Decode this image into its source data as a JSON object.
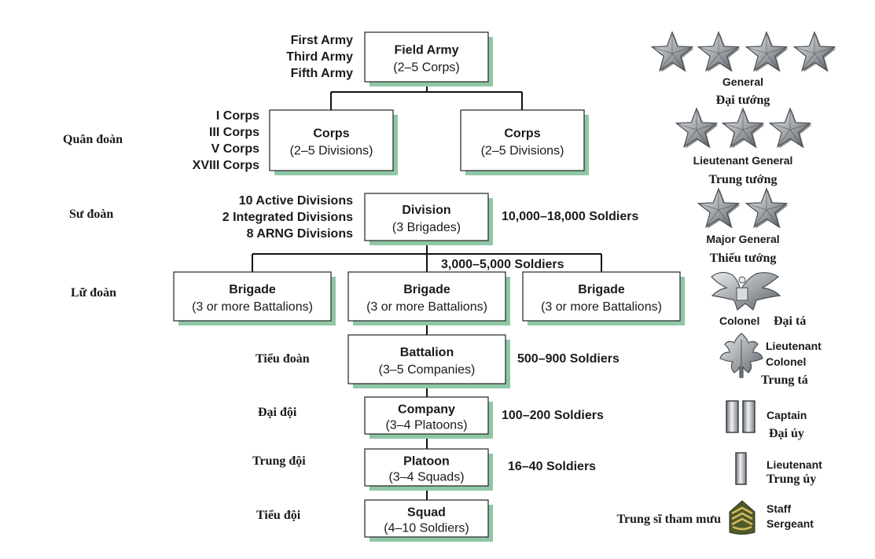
{
  "units": [
    {
      "key": "field_army",
      "name": "Field Army",
      "sub": "(2–5 Corps)"
    },
    {
      "key": "corps_left",
      "name": "Corps",
      "sub": "(2–5 Divisions)"
    },
    {
      "key": "corps_right",
      "name": "Corps",
      "sub": "(2–5 Divisions)"
    },
    {
      "key": "division",
      "name": "Division",
      "sub": "(3 Brigades)"
    },
    {
      "key": "brigade_1",
      "name": "Brigade",
      "sub": "(3 or more Battalions)"
    },
    {
      "key": "brigade_2",
      "name": "Brigade",
      "sub": "(3 or more Battalions)"
    },
    {
      "key": "brigade_3",
      "name": "Brigade",
      "sub": "(3 or more Battalions)"
    },
    {
      "key": "battalion",
      "name": "Battalion",
      "sub": "(3–5 Companies)"
    },
    {
      "key": "company",
      "name": "Company",
      "sub": "(3–4 Platoons)"
    },
    {
      "key": "platoon",
      "name": "Platoon",
      "sub": "(3–4 Squads)"
    },
    {
      "key": "squad",
      "name": "Squad",
      "sub": "(4–10 Soldiers)"
    }
  ],
  "examples": {
    "armies": [
      "First Army",
      "Third Army",
      "Fifth Army"
    ],
    "corps": [
      "I Corps",
      "III Corps",
      "V Corps",
      "XVIII Corps"
    ],
    "divisions": [
      "10 Active Divisions",
      "2 Integrated Divisions",
      "8 ARNG Divisions"
    ]
  },
  "strengths": {
    "division": "10,000–18,000 Soldiers",
    "brigade": "3,000–5,000 Soldiers",
    "battalion": "500–900 Soldiers",
    "company": "100–200 Soldiers",
    "platoon": "16–40 Soldiers"
  },
  "vietnamese_units": {
    "corps": "Quân đoàn",
    "division": "Sư đoàn",
    "brigade": "Lữ đoàn",
    "battalion": "Tiểu đoàn",
    "company": "Đại đội",
    "platoon": "Trung đội",
    "squad": "Tiểu đội"
  },
  "ranks": [
    {
      "key": "general",
      "insignia": "four-stars",
      "en": "General",
      "vi": "Đại tướng"
    },
    {
      "key": "lieutenant_general",
      "insignia": "three-stars",
      "en": "Lieutenant General",
      "vi": "Trung tướng"
    },
    {
      "key": "major_general",
      "insignia": "two-stars",
      "en": "Major General",
      "vi": "Thiếu tướng"
    },
    {
      "key": "colonel",
      "insignia": "eagle",
      "en": "Colonel",
      "vi": "Đại tá"
    },
    {
      "key": "lieutenant_colonel",
      "insignia": "oak-leaf",
      "en": "Lieutenant Colonel",
      "vi": "Trung tá"
    },
    {
      "key": "captain",
      "insignia": "two-bars",
      "en": "Captain",
      "vi": "Đại úy"
    },
    {
      "key": "lieutenant",
      "insignia": "one-bar",
      "en": "Lieutenant",
      "vi": "Trung úy"
    },
    {
      "key": "staff_sergeant",
      "insignia": "chevrons",
      "en": "Staff Sergeant",
      "vi": "Trung sĩ tham mưu"
    }
  ],
  "colors": {
    "shadow": "#8fc7a6",
    "line": "#111111",
    "text": "#1a1a1a",
    "star_fill": "#9aa0a6",
    "star_stroke": "#4a4e52",
    "chevron_green": "#4d5a2a",
    "chevron_gold": "#d4b95a"
  }
}
